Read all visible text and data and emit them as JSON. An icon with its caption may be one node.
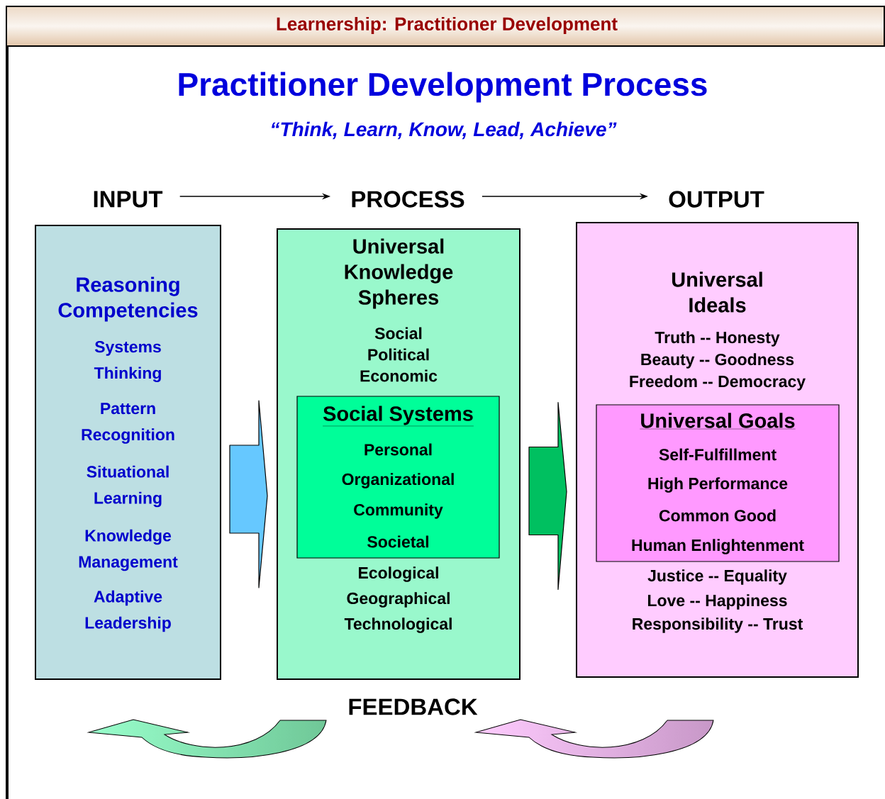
{
  "diagram": {
    "title": "Practitioner Development Process",
    "nodes": [
      {
        "text": [
          "INPUT"
        ]
      },
      {
        "text": [
          "PROCESS"
        ]
      },
      {
        "text": [
          "OUTPUT"
        ]
      },
      {
        "text": [
          "Reasoning Competencies",
          "Systems Thinking",
          "Pattern Recognition",
          "Situational Learning",
          "Knowledge Management",
          "Adaptive Leadership"
        ]
      },
      {
        "text": [
          "Universal Knowledge Spheres",
          "Social",
          "Political",
          "Economic",
          "Ecological",
          "Geographical",
          "Technological"
        ]
      },
      {
        "text": [
          "Social Systems",
          "Personal",
          "Organizational",
          "Community",
          "Societal"
        ],
        "in": 4
      },
      {
        "text": [
          "Universal Ideals",
          "Truth -- Honesty",
          "Beauty -- Goodness",
          "Freedom -- Democracy",
          "Justice -- Equality",
          "Love -- Happiness",
          "Responsibility -- Trust"
        ]
      },
      {
        "text": [
          "Universal Goals",
          "Self-Fulfillment",
          "High Performance",
          "Common Good",
          "Human Enlightenment"
        ],
        "in": 6
      }
    ],
    "edges": [
      {
        "from": 0,
        "to": 1,
        "arrow": "to"
      },
      {
        "from": 1,
        "to": 2,
        "arrow": "to"
      },
      {
        "from": 3,
        "to": 4,
        "arrow": "to",
        "style": "thick",
        "color": "#66c8ff"
      },
      {
        "from": 4,
        "to": 6,
        "arrow": "to",
        "style": "thick",
        "color": "#00c060"
      }
    ],
    "labels": [
      "Learnership: Practitioner Development",
      "“Think, Learn, Know, Lead, Achieve”",
      "FEEDBACK"
    ]
  }
}
